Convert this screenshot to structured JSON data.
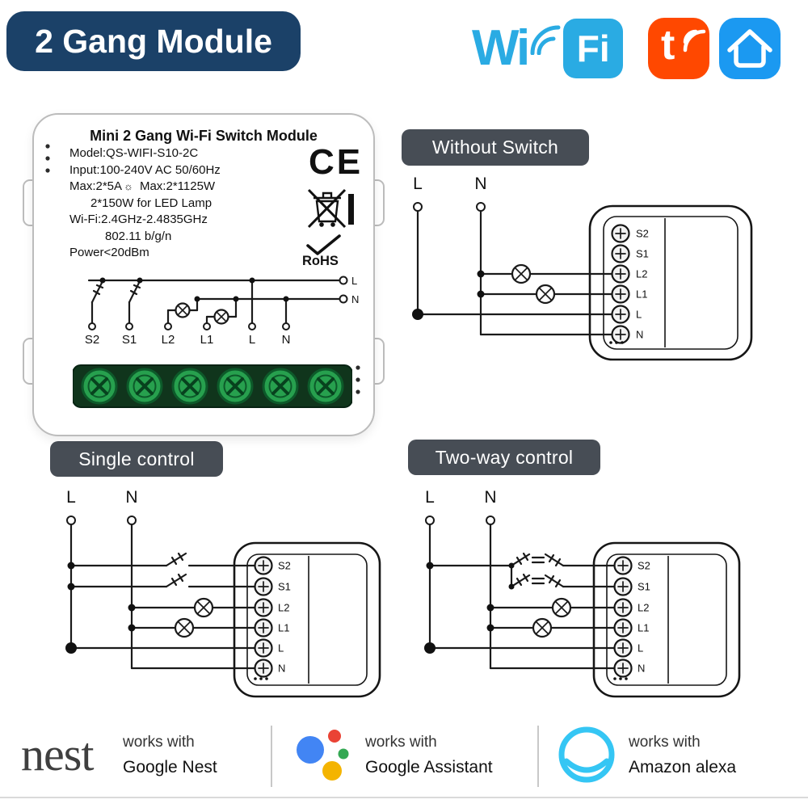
{
  "banner": {
    "title": "2 Gang Module"
  },
  "brand_logos": {
    "wifi_wi": "Wi",
    "wifi_fi": "Fi",
    "tuya_letter": "t"
  },
  "device": {
    "title": "Mini 2 Gang Wi-Fi Switch Module",
    "model": "Model:QS-WIFI-S10-2C",
    "input": "Input:100-240V AC  50/60Hz",
    "max_current": "Max:2*5A",
    "dimmer_icon": "☼",
    "max_power": "Max:2*1125W",
    "led_power": "2*150W for LED Lamp",
    "wifi_band": "Wi-Fi:2.4GHz-2.4835GHz",
    "wifi_standard": "802.11 b/g/n",
    "tx_power": "Power<20dBm",
    "ce_mark": "CE",
    "rohs": "RoHS"
  },
  "terminals": [
    "S2",
    "S1",
    "L2",
    "L1",
    "L",
    "N"
  ],
  "wire_labels": {
    "live": "L",
    "neutral": "N"
  },
  "sections": {
    "without_switch": "Without Switch",
    "single_control": "Single control",
    "two_way_control": "Two-way control"
  },
  "footer": {
    "nest": {
      "brand": "nest",
      "works_with": "works with",
      "name": "Google Nest"
    },
    "assistant": {
      "works_with": "works with",
      "name": "Google Assistant"
    },
    "alexa": {
      "works_with": "works with",
      "name": "Amazon alexa"
    }
  },
  "colors": {
    "banner_bg": "#1b4168",
    "label_bg": "#474d55",
    "wifi_blue": "#2aabe3",
    "tuya_orange": "#ff4800",
    "smartlife_blue": "#1b99f1",
    "terminal_green": "#27a04e",
    "google_blue": "#4285f4",
    "google_red": "#ea4335",
    "google_yellow": "#f4b400",
    "google_green": "#34a853",
    "alexa_blue": "#35c6f4"
  }
}
